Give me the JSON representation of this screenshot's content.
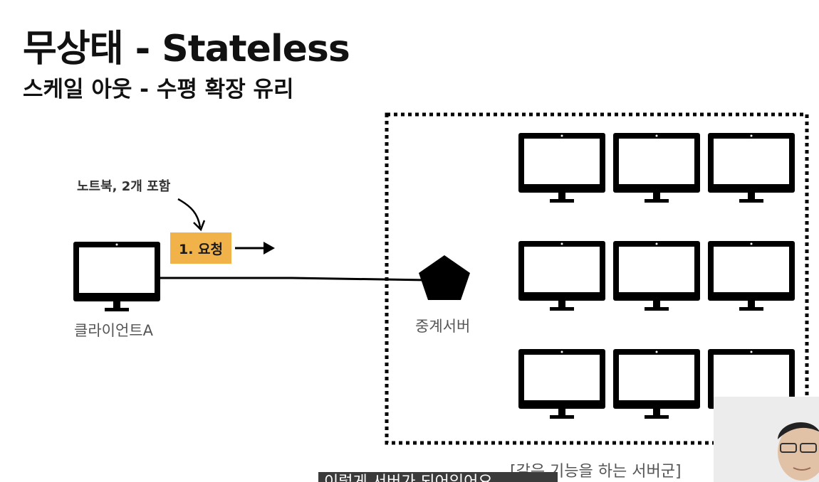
{
  "title": "무상태 - Stateless",
  "subtitle": "스케일 아웃 - 수평 확장 유리",
  "annotation": "노트북, 2개 포함",
  "request_label": "1. 요청",
  "client_label": "클라이언트A",
  "relay_label": "중계서버",
  "server_group_label": "[같은 기능을 하는 서버군]",
  "caption": "이렇게 서버가 되어있어요",
  "colors": {
    "request_box": "#f1b24a",
    "ink": "#000000",
    "label_gray": "#555555"
  },
  "icons": {
    "client": "desktop-monitor-icon",
    "relay": "pentagon-icon",
    "servers": "desktop-monitor-icon"
  }
}
